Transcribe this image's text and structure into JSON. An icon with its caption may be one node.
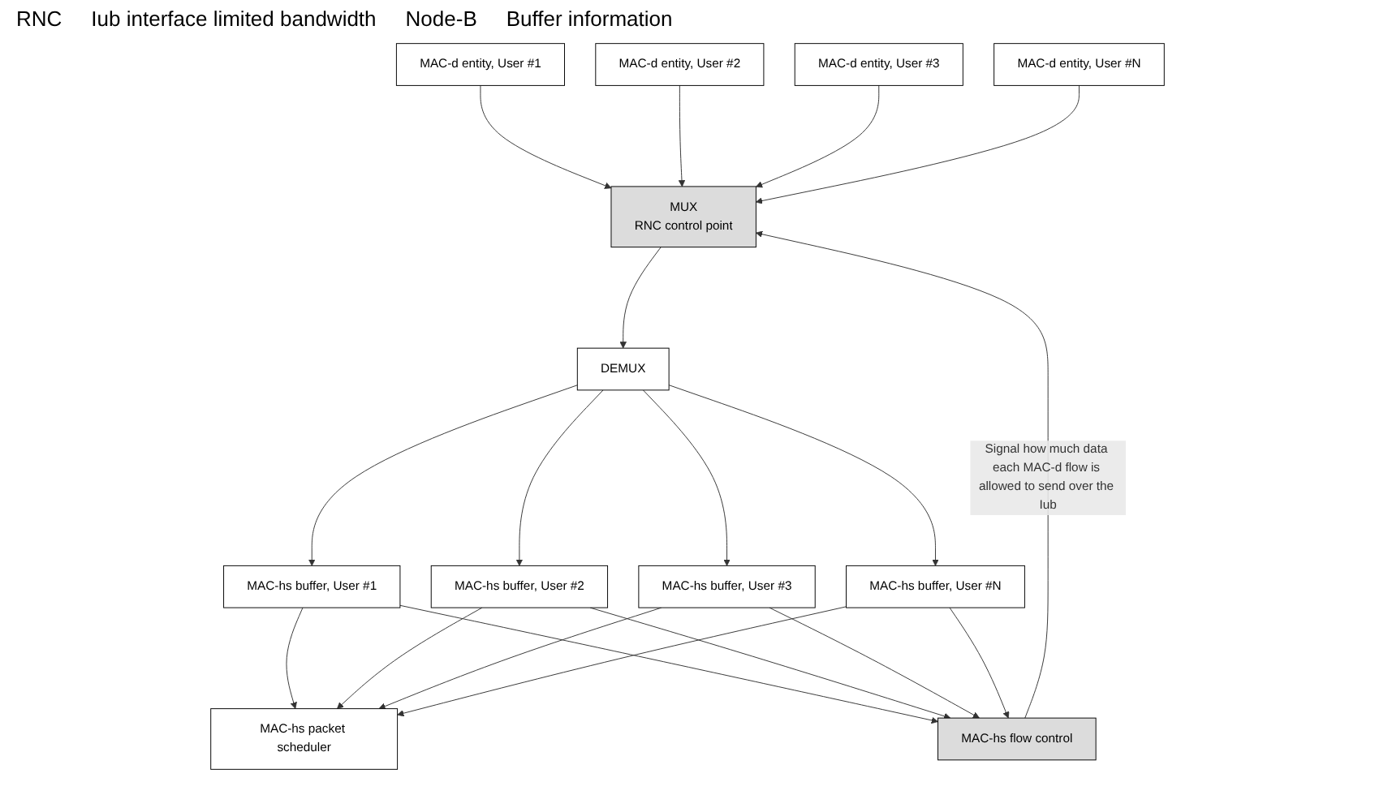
{
  "diagram": {
    "nodes": [
      {
        "text": [
          "MAC-d entity, User #1"
        ]
      },
      {
        "text": [
          "MAC-d entity, User #2"
        ]
      },
      {
        "text": [
          "MAC-d entity, User #3"
        ]
      },
      {
        "text": [
          "MAC-d entity, User #N"
        ]
      },
      {
        "text": [
          "MUX",
          "RNC control point"
        ]
      },
      {
        "text": [
          "DEMUX"
        ]
      },
      {
        "text": [
          "MAC-hs buffer, User #1"
        ]
      },
      {
        "text": [
          "MAC-hs buffer, User #2"
        ]
      },
      {
        "text": [
          "MAC-hs buffer, User #3"
        ]
      },
      {
        "text": [
          "MAC-hs buffer, User #N"
        ]
      },
      {
        "text": [
          "MAC-hs packet scheduler"
        ]
      },
      {
        "text": [
          "MAC-hs flow control"
        ]
      }
    ],
    "edges": [
      {
        "from": 0,
        "to": 4,
        "arrow": "to"
      },
      {
        "from": 1,
        "to": 4,
        "arrow": "to"
      },
      {
        "from": 2,
        "to": 4,
        "arrow": "to"
      },
      {
        "from": 3,
        "to": 4,
        "arrow": "to"
      },
      {
        "from": 4,
        "to": 5,
        "arrow": "to"
      },
      {
        "from": 5,
        "to": 6,
        "arrow": "to"
      },
      {
        "from": 5,
        "to": 7,
        "arrow": "to"
      },
      {
        "from": 5,
        "to": 8,
        "arrow": "to"
      },
      {
        "from": 5,
        "to": 9,
        "arrow": "to"
      },
      {
        "from": 6,
        "to": 10,
        "arrow": "to"
      },
      {
        "from": 7,
        "to": 10,
        "arrow": "to"
      },
      {
        "from": 8,
        "to": 10,
        "arrow": "to"
      },
      {
        "from": 9,
        "to": 10,
        "arrow": "to"
      },
      {
        "from": 6,
        "to": 11,
        "arrow": "to"
      },
      {
        "from": 7,
        "to": 11,
        "arrow": "to"
      },
      {
        "from": 8,
        "to": 11,
        "arrow": "to"
      },
      {
        "from": 9,
        "to": 11,
        "arrow": "to"
      },
      {
        "from": 11,
        "to": 4,
        "arrow": "to",
        "label": "Signal how much data each MAC-d flow is allowed to send over the Iub"
      }
    ],
    "labels": [
      "RNC",
      "Iub interface limited bandwidth",
      "Node-B",
      "Buffer information"
    ]
  }
}
